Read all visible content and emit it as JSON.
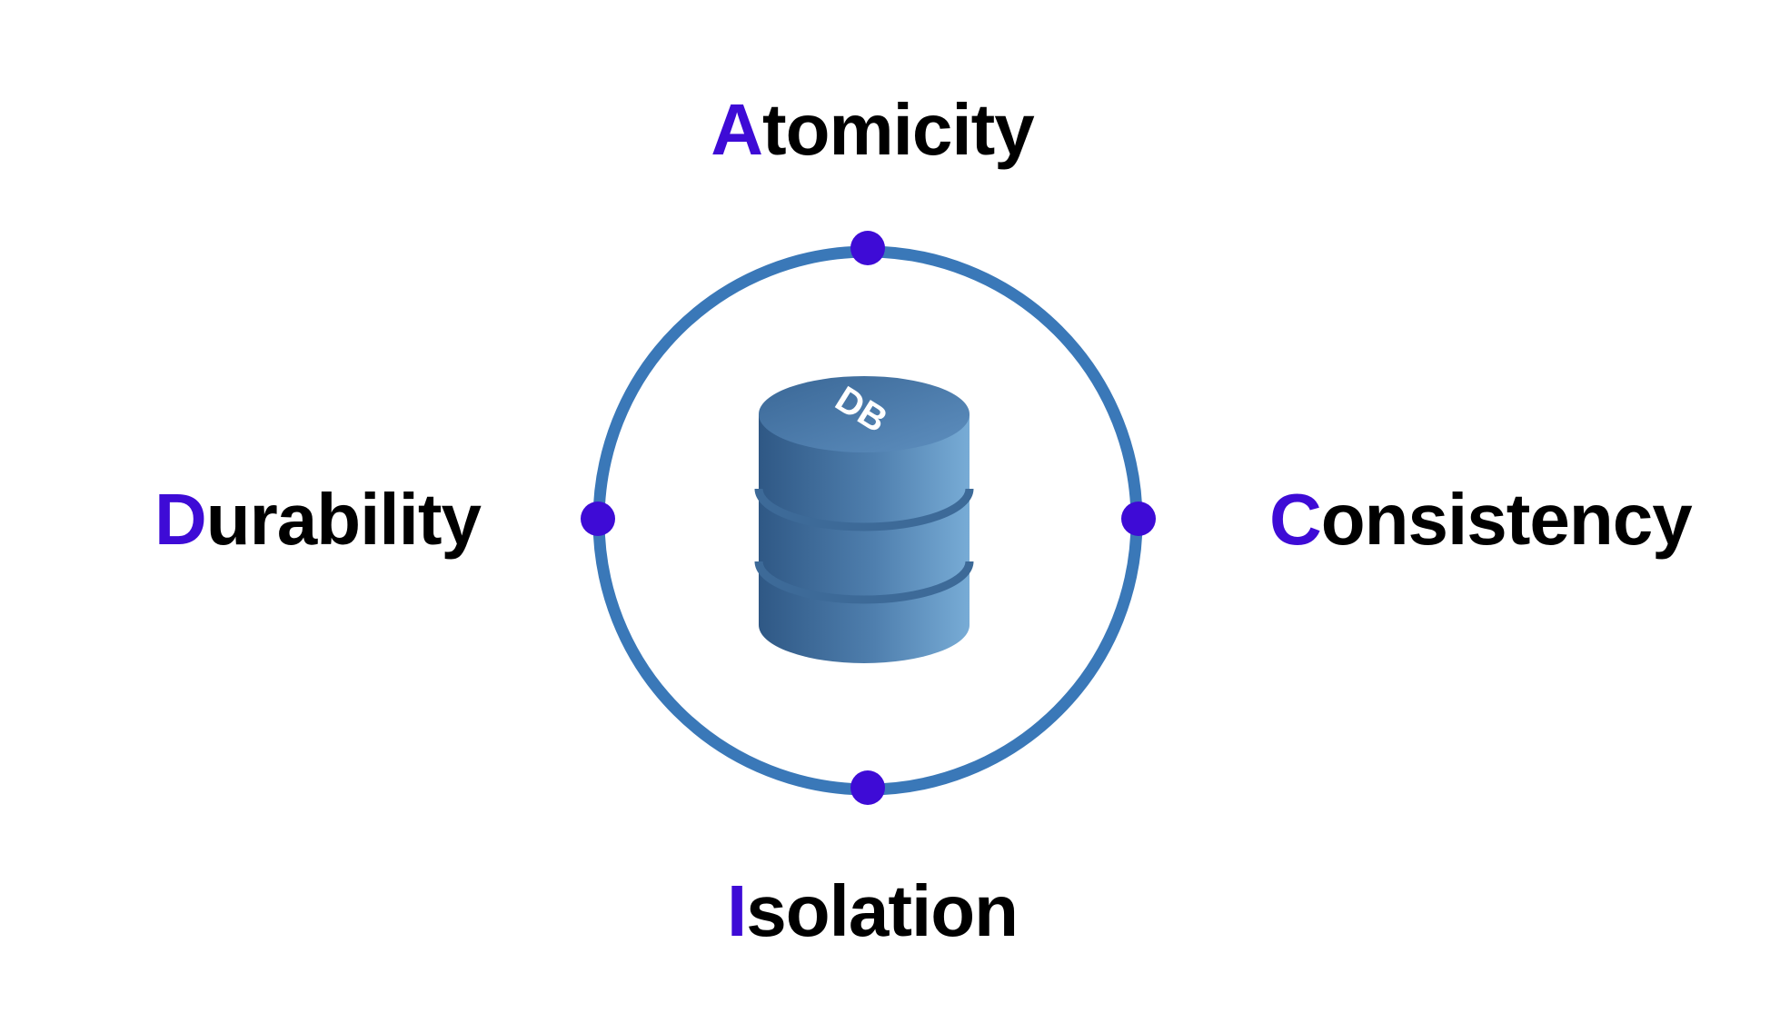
{
  "properties": {
    "atomicity": {
      "initial": "A",
      "rest": "tomicity"
    },
    "consistency": {
      "initial": "C",
      "rest": "onsistency"
    },
    "isolation": {
      "initial": "I",
      "rest": "solation"
    },
    "durability": {
      "initial": "D",
      "rest": "urability"
    }
  },
  "database": {
    "label": "DB"
  },
  "colors": {
    "accent": "#3e0bd6",
    "ring": "#3a78b8",
    "text": "#000000",
    "db_dark": "#2f5885",
    "db_light": "#78acd6"
  }
}
